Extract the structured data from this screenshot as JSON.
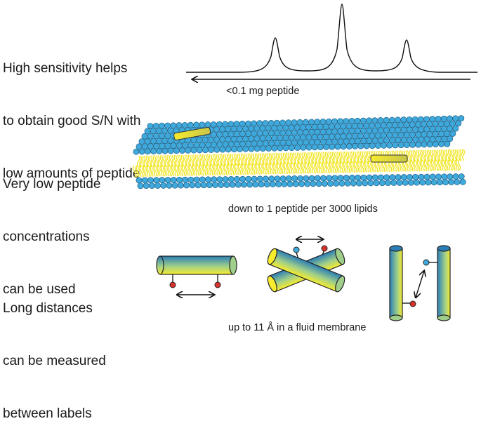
{
  "rows": [
    {
      "lines": [
        "High sensitivity helps",
        "to obtain good S/N with",
        "low amounts of peptide"
      ],
      "caption": "<0.1 mg peptide"
    },
    {
      "lines": [
        "Very low peptide",
        "concentrations",
        "can be used"
      ],
      "caption": "down to 1 peptide per 3000 lipids"
    },
    {
      "lines": [
        "Long distances",
        "can be measured",
        "between labels"
      ],
      "caption": "up to 11 Å in a fluid membrane"
    }
  ],
  "colors": {
    "lipid_head": "#3fa9dc",
    "lipid_tail": "#f2e62a",
    "helix_blue": "#2a7db5",
    "helix_yellow": "#f7ec2e",
    "spin_label_red": "#d9322b",
    "spin_label_blue": "#3fa9dc"
  },
  "icons": [
    "nmr-spectrum-icon",
    "lipid-bilayer-icon",
    "helix-cylinder-icon",
    "spin-label-icon",
    "double-arrow-icon"
  ]
}
